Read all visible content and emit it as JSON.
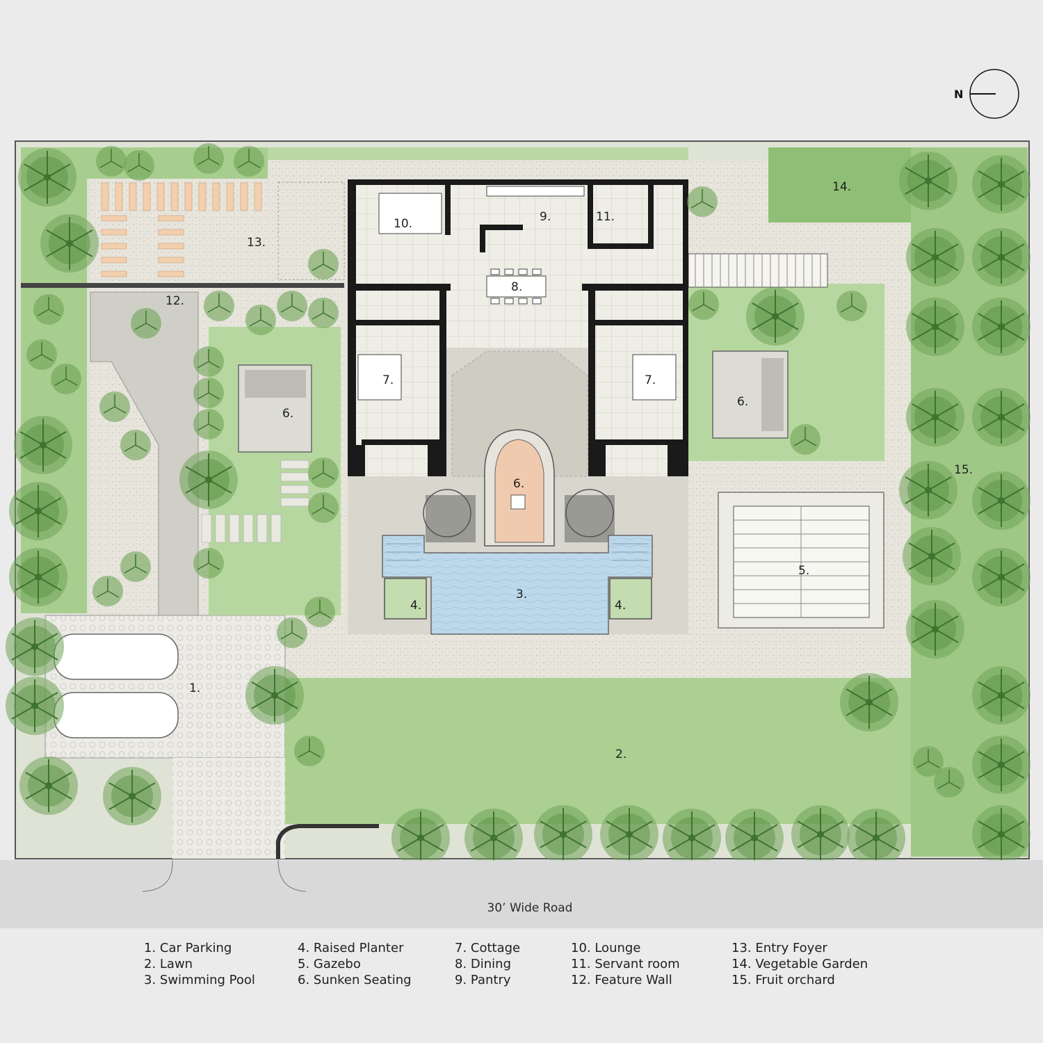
{
  "north_label": "N",
  "road_label": "30’ Wide Road",
  "map_labels": {
    "car_parking": "1.",
    "lawn": "2.",
    "pool": "3.",
    "planter_left": "4.",
    "planter_right": "4.",
    "gazebo": "5.",
    "sunken_left": "6.",
    "sunken_center": "6.",
    "sunken_right": "6.",
    "cottage_left": "7.",
    "cottage_right": "7.",
    "dining": "8.",
    "pantry": "9.",
    "lounge": "10.",
    "servant": "11.",
    "feature_wall": "12.",
    "entry_foyer": "13.",
    "vegetable_garden": "14.",
    "fruit_orchard": "15."
  },
  "legend": {
    "col1": [
      "1. Car Parking",
      "2. Lawn",
      "3. Swimming Pool"
    ],
    "col2": [
      "4. Raised Planter",
      "5. Gazebo",
      "6. Sunken Seating"
    ],
    "col3": [
      "7. Cottage",
      "8. Dining",
      "9. Pantry"
    ],
    "col4": [
      "10. Lounge",
      "11. Servant room",
      "12. Feature Wall"
    ],
    "col5": [
      "13. Entry Foyer",
      "14. Vegetable Garden",
      "15. Fruit orchard"
    ]
  },
  "colors": {
    "background": "#ebebeb",
    "lawn": "#a9cf90",
    "tree": "#5f9a48",
    "paving": "#d6d6cf",
    "pool": "#bcd9ec",
    "gazebo_deck": "#f2cdb3",
    "wall": "#1a1a1a",
    "tile": "#efeee5",
    "road": "#d9d9d9"
  }
}
